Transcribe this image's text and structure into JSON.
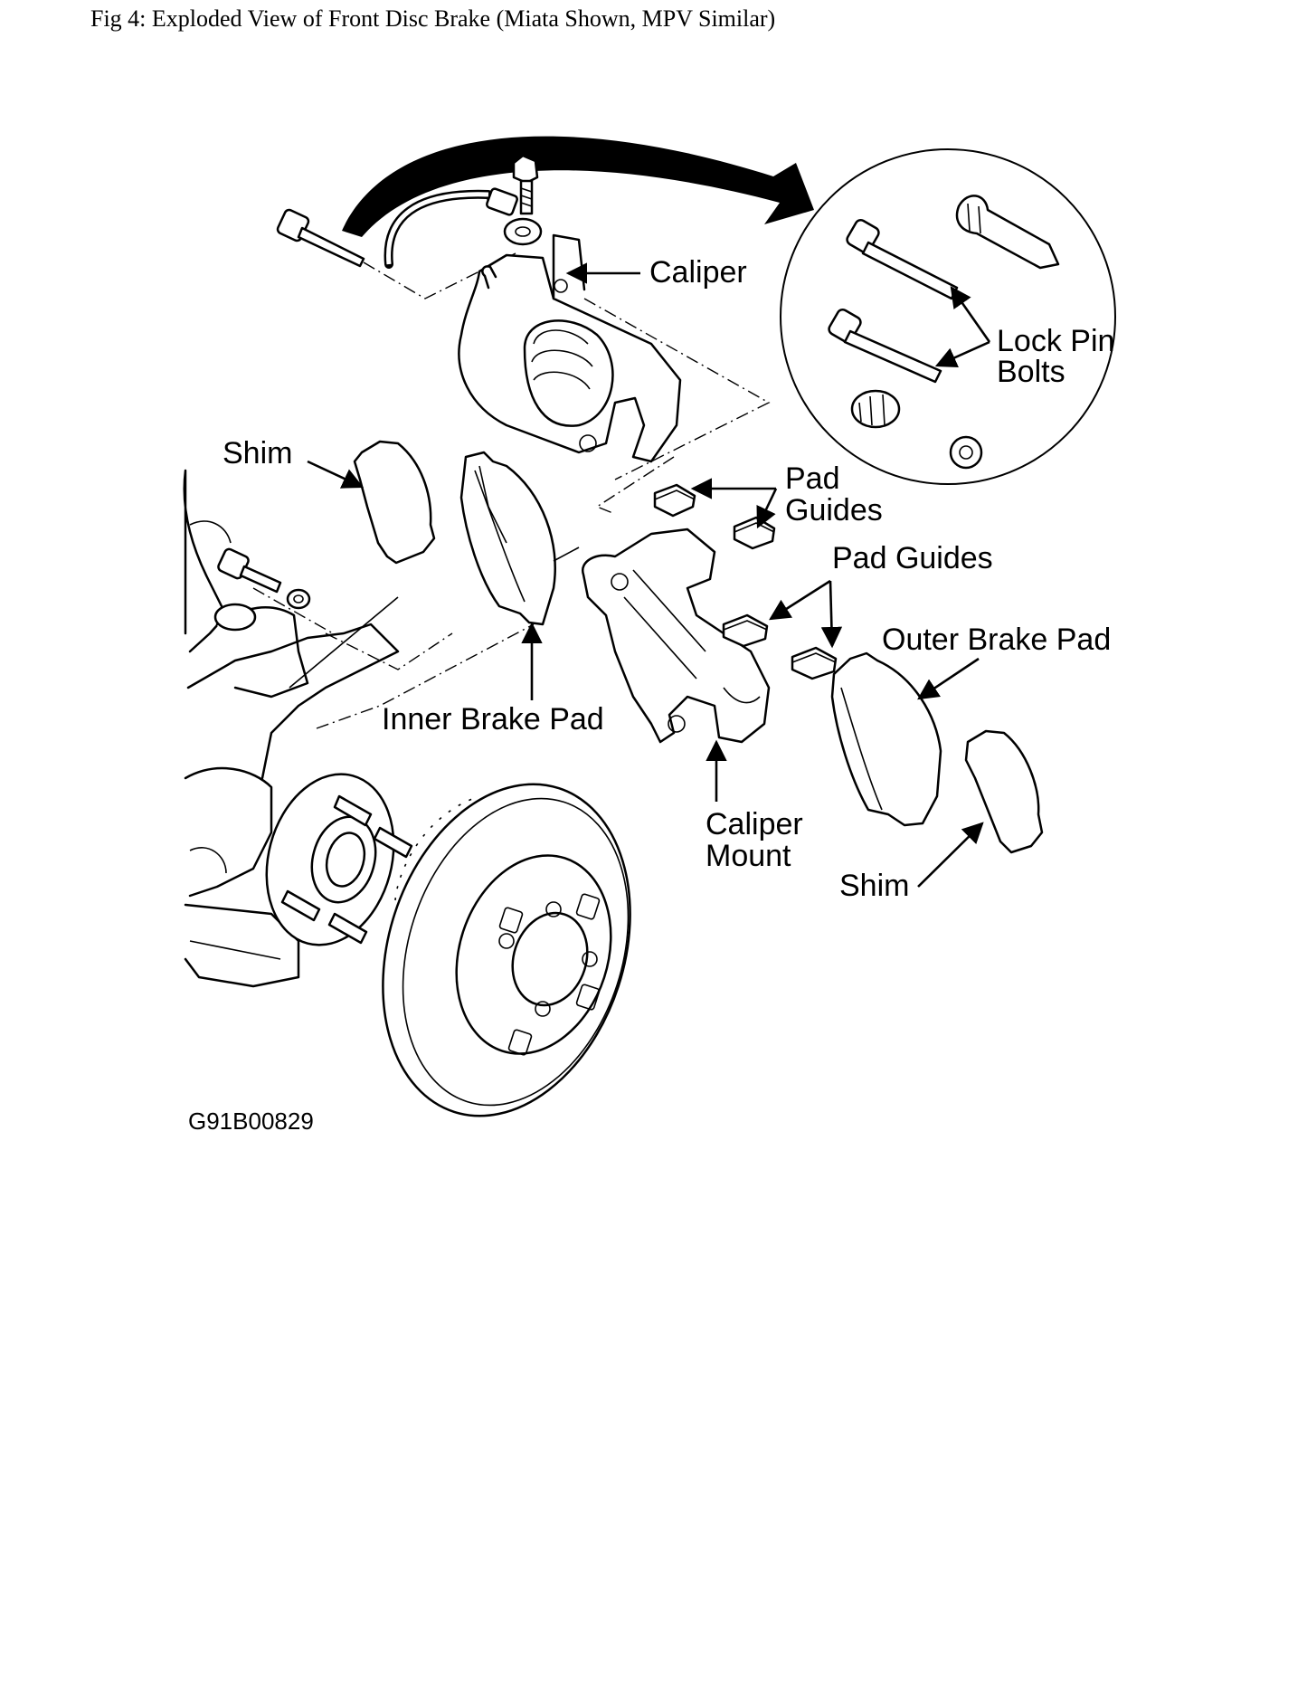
{
  "caption": "Fig 4: Exploded View of Front Disc Brake (Miata Shown, MPV Similar)",
  "labels": {
    "caliper": "Caliper",
    "lock_pin_line1": "Lock Pin",
    "lock_pin_line2": "Bolts",
    "shim_left": "Shim",
    "pad_guides_upper_line1": "Pad",
    "pad_guides_upper_line2": "Guides",
    "pad_guides_lower": "Pad Guides",
    "outer_brake_pad": "Outer Brake Pad",
    "inner_brake_pad": "Inner Brake Pad",
    "caliper_mount_line1": "Caliper",
    "caliper_mount_line2": "Mount",
    "shim_right": "Shim"
  },
  "figure_code": "G91B00829"
}
